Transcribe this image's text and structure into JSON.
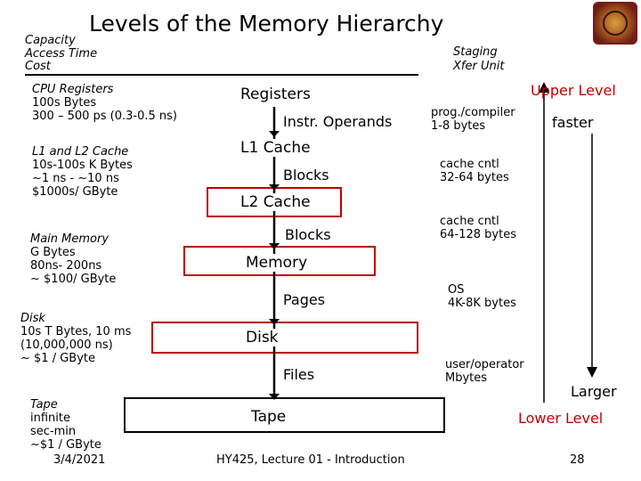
{
  "slide": {
    "title": "Levels of the Memory Hierarchy",
    "header_left": [
      "Capacity",
      "Access Time",
      "Cost"
    ],
    "header_right": [
      "Staging",
      "Xfer Unit"
    ],
    "upper_level": "Upper Level",
    "lower_level": "Lower Level",
    "faster": "faster",
    "larger": "Larger",
    "footer_date": "3/4/2021",
    "footer_center": "HY425, Lecture 01 - Introduction",
    "page_number": "28"
  },
  "levels": [
    {
      "name": "Registers",
      "specs": [
        "CPU Registers",
        "100s Bytes",
        "300 – 500 ps (0.3-0.5 ns)"
      ]
    },
    {
      "name": "L1 Cache",
      "specs": [
        "L1 and L2 Cache",
        "10s-100s K Bytes",
        "~1 ns - ~10 ns",
        "$1000s/ GByte"
      ]
    },
    {
      "name": "L2 Cache",
      "specs": []
    },
    {
      "name": "Memory",
      "specs": [
        "Main Memory",
        "G Bytes",
        "80ns- 200ns",
        "~ $100/ GByte"
      ]
    },
    {
      "name": "Disk",
      "specs": [
        "Disk",
        "10s T Bytes, 10 ms",
        "(10,000,000 ns)",
        "~ $1 / GByte"
      ]
    },
    {
      "name": "Tape",
      "specs": [
        "Tape",
        "infinite",
        "sec-min",
        "~$1 / GByte"
      ]
    }
  ],
  "transfers": [
    {
      "unit": "Instr. Operands",
      "staging": [
        "prog./compiler",
        "1-8 bytes"
      ]
    },
    {
      "unit": "Blocks",
      "staging": [
        "cache cntl",
        "32-64 bytes"
      ]
    },
    {
      "unit": "Blocks",
      "staging": [
        "cache cntl",
        "64-128 bytes"
      ]
    },
    {
      "unit": "Pages",
      "staging": [
        "OS",
        "4K-8K bytes"
      ]
    },
    {
      "unit": "Files",
      "staging": [
        "user/operator",
        "Mbytes"
      ]
    }
  ],
  "colors": {
    "accent": "#c00000",
    "text": "#000000"
  },
  "icons": {
    "logo": "university-seal-icon"
  }
}
